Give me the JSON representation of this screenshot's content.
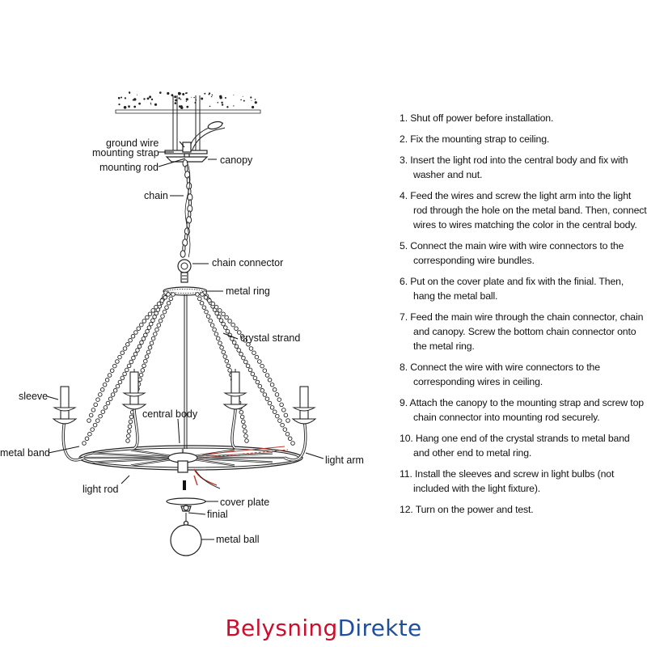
{
  "labels": {
    "ground_wire": "ground wire",
    "mounting_strap": "mounting strap",
    "mounting_rod": "mounting rod",
    "canopy": "canopy",
    "chain": "chain",
    "chain_connector": "chain connector",
    "metal_ring": "metal ring",
    "crystal_strand": "crystal strand",
    "sleeve": "sleeve",
    "central_body": "central body",
    "metal_band": "metal band",
    "light_arm": "light arm",
    "light_rod": "light rod",
    "cover_plate": "cover plate",
    "finial": "finial",
    "metal_ball": "metal ball"
  },
  "steps": [
    "1. Shut off power before installation.",
    "2. Fix the mounting strap to ceiling.",
    "3. Insert the light rod into the central body and fix with washer and nut.",
    "4. Feed the wires and screw the light arm into the light rod through the hole on the metal band. Then, connect wires to wires matching the color in the central body.",
    "5. Connect the main wire with wire connectors to the corresponding wire bundles.",
    "6. Put on the cover plate and fix with the finial. Then, hang the metal ball.",
    "7. Feed the main wire through the chain connector, chain and canopy. Screw the bottom chain connector onto the metal ring.",
    "8. Connect the wire with wire connectors to the corresponding wires in ceiling.",
    "9. Attach the canopy to the mounting strap and screw top chain connector into mounting rod securely.",
    "10. Hang one end of the crystal strands to metal band and other end to metal ring.",
    "11. Install the sleeves and screw in light bulbs (not included with the light fixture).",
    "12. Turn on the power and test."
  ],
  "brand": {
    "part1": "Belysning",
    "part2": "Direkte",
    "color1": "#c8102e",
    "color2": "#1f4e9c"
  },
  "icons": [
    "ceiling-texture-icon",
    "chandelier-illustration"
  ]
}
